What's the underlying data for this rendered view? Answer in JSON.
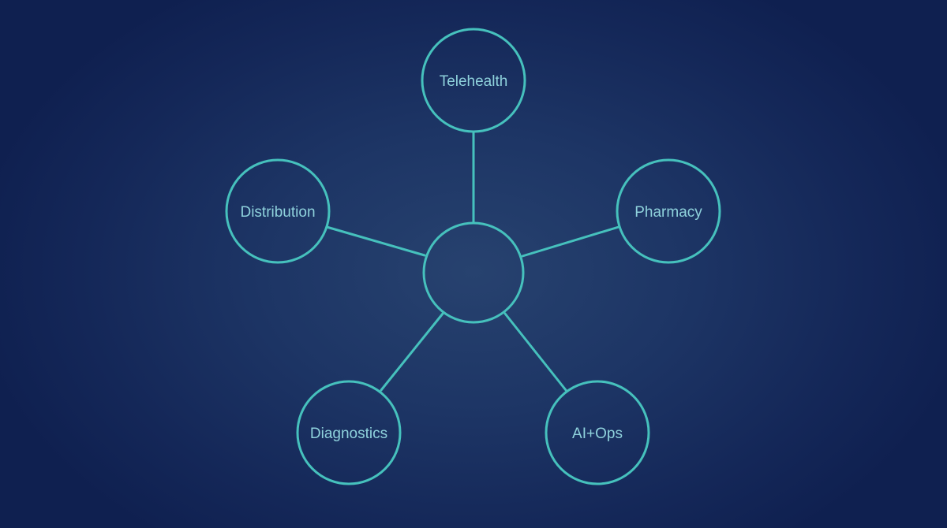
{
  "diagram": {
    "center_label": "",
    "nodes": [
      {
        "id": "telehealth",
        "label": "Telehealth"
      },
      {
        "id": "pharmacy",
        "label": "Pharmacy"
      },
      {
        "id": "ai-ops",
        "label": "AI+Ops"
      },
      {
        "id": "diagnostics",
        "label": "Diagnostics"
      },
      {
        "id": "distribution",
        "label": "Distribution"
      }
    ],
    "edges": [
      [
        "hub",
        "telehealth"
      ],
      [
        "hub",
        "pharmacy"
      ],
      [
        "hub",
        "ai-ops"
      ],
      [
        "hub",
        "diagnostics"
      ],
      [
        "hub",
        "distribution"
      ]
    ]
  },
  "colors": {
    "background_center": "#27426f",
    "background_edge": "#0f2050",
    "stroke": "#46c1bd",
    "label": "#8fd2dc"
  }
}
